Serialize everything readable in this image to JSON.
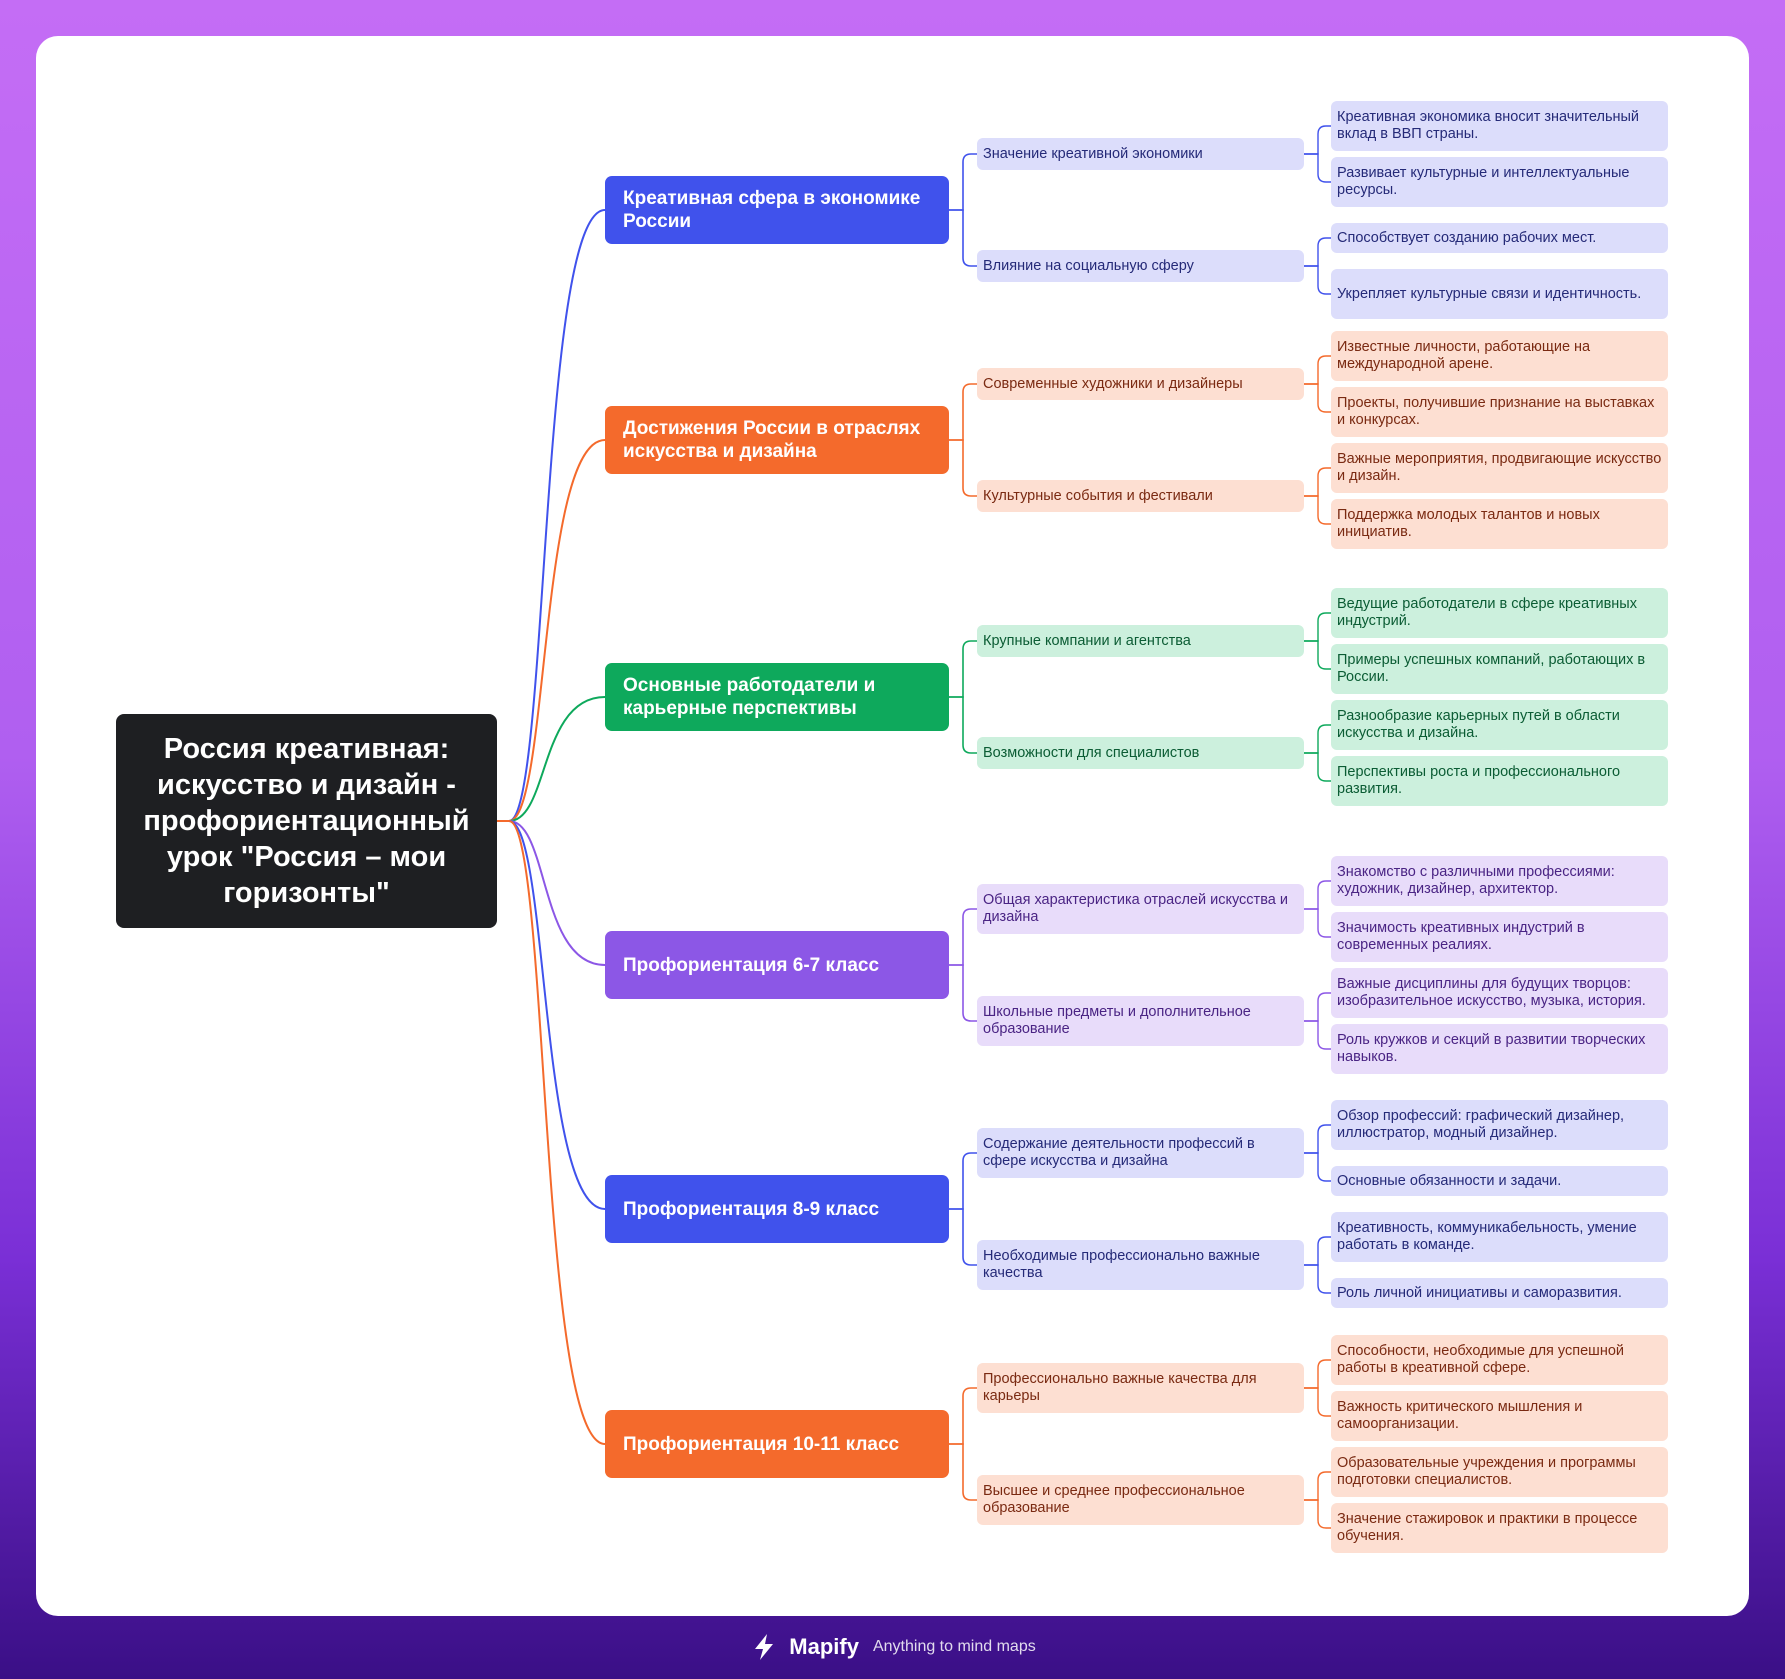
{
  "colors": {
    "blue": {
      "main": "#4052ec",
      "light": "#dcddfb",
      "text": "#252a78"
    },
    "orange": {
      "main": "#f46a2c",
      "light": "#fddfd2",
      "text": "#7a2a12"
    },
    "green": {
      "main": "#0ea95c",
      "light": "#ccf0dd",
      "text": "#0b5c34"
    },
    "purple": {
      "main": "#8c57e6",
      "light": "#e8dcfa",
      "text": "#4a2484"
    }
  },
  "root": "Россия креативная: искусство и дизайн - профориентационный урок \"Россия – мои горизонты\"",
  "branches": [
    {
      "label": "Креативная сфера в экономике России",
      "color": "blue",
      "subs": [
        {
          "label": "Значение креативной экономики",
          "leaves": [
            "Креативная экономика вносит значительный вклад в ВВП страны.",
            "Развивает культурные и интеллектуальные ресурсы."
          ]
        },
        {
          "label": "Влияние на социальную сферу",
          "leaves": [
            "Способствует созданию рабочих мест.",
            "Укрепляет культурные связи и идентичность."
          ]
        }
      ]
    },
    {
      "label": "Достижения России в отраслях искусства и дизайна",
      "color": "orange",
      "subs": [
        {
          "label": "Современные художники и дизайнеры",
          "leaves": [
            "Известные личности, работающие на международной арене.",
            "Проекты, получившие признание на выставках и конкурсах."
          ]
        },
        {
          "label": "Культурные события и фестивали",
          "leaves": [
            "Важные мероприятия, продвигающие искусство и дизайн.",
            "Поддержка молодых талантов и новых инициатив."
          ]
        }
      ]
    },
    {
      "label": "Основные работодатели и карьерные перспективы",
      "color": "green",
      "subs": [
        {
          "label": "Крупные компании и агентства",
          "leaves": [
            "Ведущие работодатели в сфере креативных индустрий.",
            "Примеры успешных компаний, работающих в России."
          ]
        },
        {
          "label": "Возможности для специалистов",
          "leaves": [
            "Разнообразие карьерных путей в области искусства и дизайна.",
            "Перспективы роста и профессионального развития."
          ]
        }
      ]
    },
    {
      "label": "Профориентация 6-7 класс",
      "color": "purple",
      "subs": [
        {
          "label": "Общая характеристика отраслей искусства и дизайна",
          "leaves": [
            "Знакомство с различными профессиями: художник, дизайнер, архитектор.",
            "Значимость креативных индустрий в современных реалиях."
          ]
        },
        {
          "label": "Школьные предметы и дополнительное образование",
          "leaves": [
            "Важные дисциплины для будущих творцов: изобразительное искусство, музыка, история.",
            "Роль кружков и секций в развитии творческих навыков."
          ]
        }
      ]
    },
    {
      "label": "Профориентация 8-9 класс",
      "color": "blue",
      "subs": [
        {
          "label": "Содержание деятельности профессий в сфере искусства и дизайна",
          "leaves": [
            "Обзор профессий: графический дизайнер, иллюстратор, модный дизайнер.",
            "Основные обязанности и задачи."
          ]
        },
        {
          "label": "Необходимые профессионально важные качества",
          "leaves": [
            "Креативность, коммуникабельность, умение работать в команде.",
            "Роль личной инициативы и саморазвития."
          ]
        }
      ]
    },
    {
      "label": "Профориентация 10-11 класс",
      "color": "orange",
      "subs": [
        {
          "label": "Профессионально важные качества для карьеры",
          "leaves": [
            "Способности, необходимые для успешной работы в креативной сфере.",
            "Важность критического мышления и самоорганизации."
          ]
        },
        {
          "label": "Высшее и среднее профессиональное образование",
          "leaves": [
            "Образовательные учреждения и программы подготовки специалистов.",
            "Значение стажировок и практики в процессе обучения."
          ]
        }
      ]
    }
  ],
  "footer": {
    "brand": "Mapify",
    "tagline": "Anything to mind maps"
  }
}
